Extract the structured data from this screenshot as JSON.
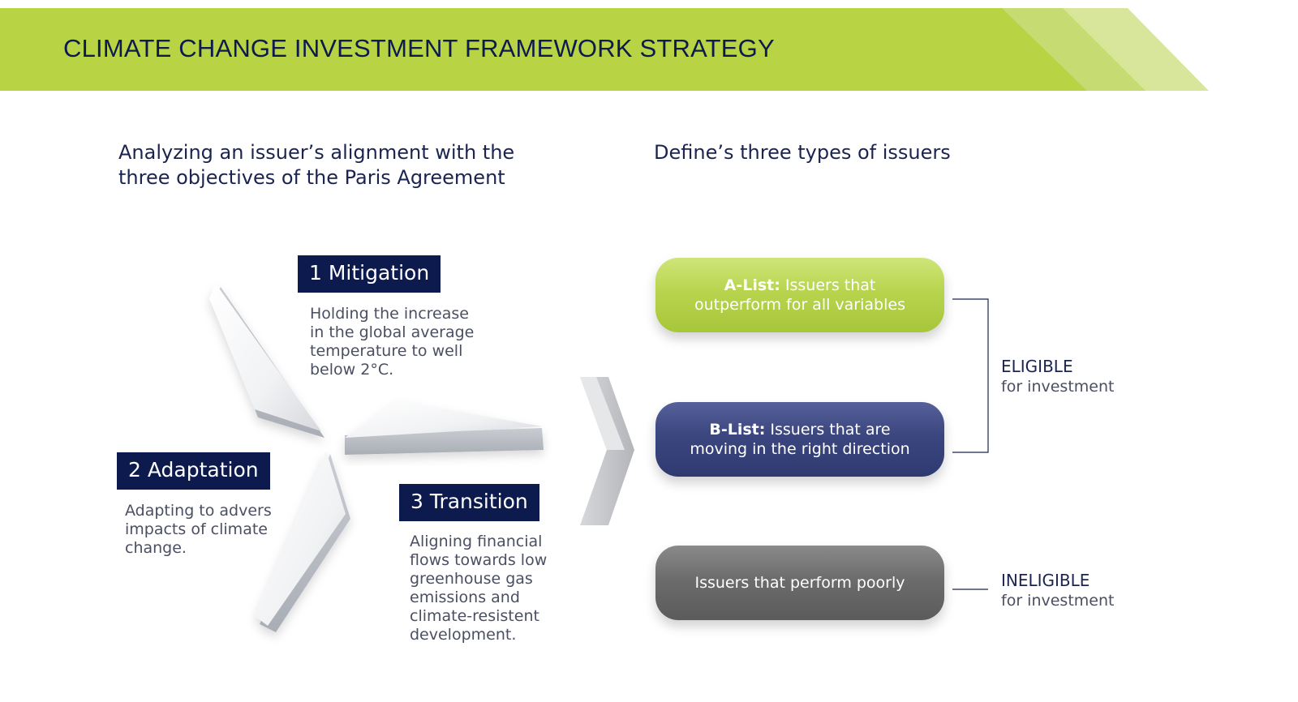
{
  "banner": {
    "title": "CLIMATE CHANGE INVESTMENT FRAMEWORK STRATEGY",
    "color_main": "#b8d343",
    "color_light": "#d7e69b"
  },
  "left_heading": {
    "line1": "Analyzing an issuer’s alignment with the",
    "line2": "three objectives of the Paris Agreement"
  },
  "right_heading": "Define’s three types of issuers",
  "objectives": [
    {
      "label": "1 Mitigation",
      "description": "Holding the increase\nin the global average\ntemperature to well\nbelow 2°C."
    },
    {
      "label": "2 Adaptation",
      "description": "Adapting to advers\nimpacts of climate\nchange."
    },
    {
      "label": "3 Transition",
      "description": "Aligning financial\nflows towards low\ngreenhouse gas\nemissions and\nclimate-resistent\ndevelopment."
    }
  ],
  "issuer_types": [
    {
      "bold": "A-List:",
      "text": "Issuers  that outperform for all variables",
      "color": "#b8d44e"
    },
    {
      "bold": "B-List:",
      "text": "Issuers  that are moving in the right direction",
      "color": "#3b467f"
    },
    {
      "bold": "",
      "text": "Issuers  that perform poorly",
      "color": "#6c6c6c"
    }
  ],
  "status": {
    "eligible_title": "ELIGIBLE",
    "eligible_sub": "for investment",
    "ineligible_title": "INELIGIBLE",
    "ineligible_sub": "for investment"
  }
}
